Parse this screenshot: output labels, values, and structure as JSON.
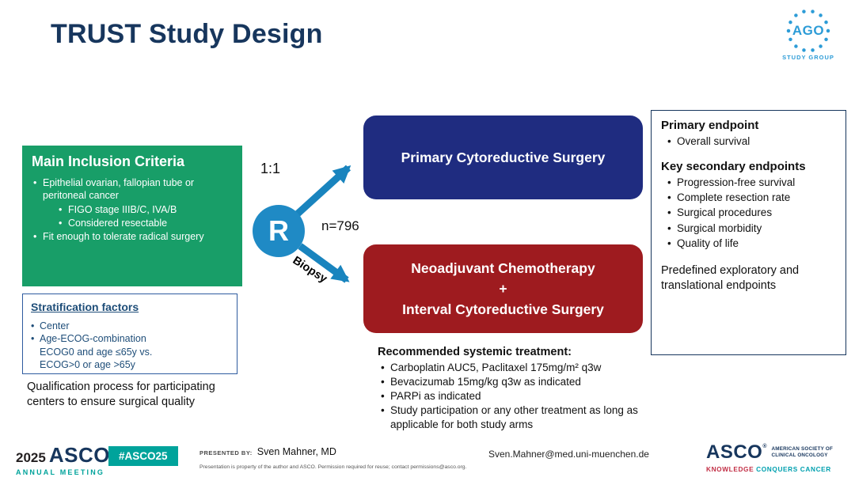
{
  "colors": {
    "title_navy": "#17365D",
    "inclusion_green": "#189E68",
    "primary_arm_blue": "#1F2C80",
    "neoadjuvant_arm_red": "#9E1B1F",
    "randomization_circle_blue": "#1F8AC5",
    "arrow_blue": "#1984BE",
    "teal_accent": "#00A39B",
    "ago_logo_blue": "#2D9CD7",
    "tagline_red": "#C22E45",
    "tagline_teal": "#00A0AF"
  },
  "header": {
    "title": "TRUST Study Design",
    "ago_logo": {
      "acronym": "AGO",
      "subtitle": "STUDY GROUP"
    }
  },
  "inclusion_box": {
    "title": "Main Inclusion Criteria",
    "bullet_1": "Epithelial ovarian, fallopian tube or peritoneal cancer",
    "sub_bullets": [
      "FIGO stage IIIB/C, IVA/B",
      "Considered resectable"
    ],
    "bullet_2": "Fit enough to tolerate radical surgery"
  },
  "randomization": {
    "ratio": "1:1",
    "symbol": "R",
    "n_label": "n=796",
    "biopsy_label": "Biopsy"
  },
  "arms": {
    "primary_surgery": "Primary Cytoreductive Surgery",
    "neoadjuvant": {
      "line1": "Neoadjuvant Chemotherapy",
      "line2": "+",
      "line3": "Interval Cytoreductive Surgery"
    }
  },
  "endpoints_box": {
    "primary_title": "Primary endpoint",
    "primary_items": [
      "Overall survival"
    ],
    "secondary_title": "Key secondary endpoints",
    "secondary_items": [
      "Progression-free survival",
      "Complete resection rate",
      "Surgical procedures",
      "Surgical morbidity",
      "Quality of life"
    ],
    "exploratory_note": "Predefined exploratory and translational endpoints"
  },
  "stratification_box": {
    "title": "Stratification factors",
    "items": [
      "Center",
      "Age-ECOG-combination"
    ],
    "detail_lines": [
      "ECOG0 and age ≤65y vs.",
      "ECOG>0 or age >65y"
    ]
  },
  "qualification_note": "Qualification process for participating centers to ensure surgical quality",
  "treatment": {
    "title": "Recommended systemic treatment:",
    "items": [
      "Carboplatin AUC5, Paclitaxel 175mg/m² q3w",
      "Bevacizumab 15mg/kg q3w as indicated",
      "PARPi as indicated",
      "Study participation or any other treatment as long as applicable for both study arms"
    ]
  },
  "footer": {
    "meeting_logo": {
      "year": "2025",
      "asco": "ASCO",
      "registered": "®",
      "annual_meeting": "ANNUAL MEETING"
    },
    "hashtag": "#ASCO25",
    "presented_by_label": "PRESENTED BY:",
    "presenter": "Sven Mahner, MD",
    "disclaimer": "Presentation is property of the author and ASCO. Permission required for reuse; contact permissions@asco.org.",
    "email": "Sven.Mahner@med.uni-muenchen.de",
    "asco_logo": {
      "name": "ASCO",
      "registered": "®",
      "society_line1": "AMERICAN SOCIETY OF",
      "society_line2": "CLINICAL ONCOLOGY",
      "tagline_part1": "KNOWLEDGE",
      "tagline_part2": " CONQUERS CANCER"
    }
  }
}
